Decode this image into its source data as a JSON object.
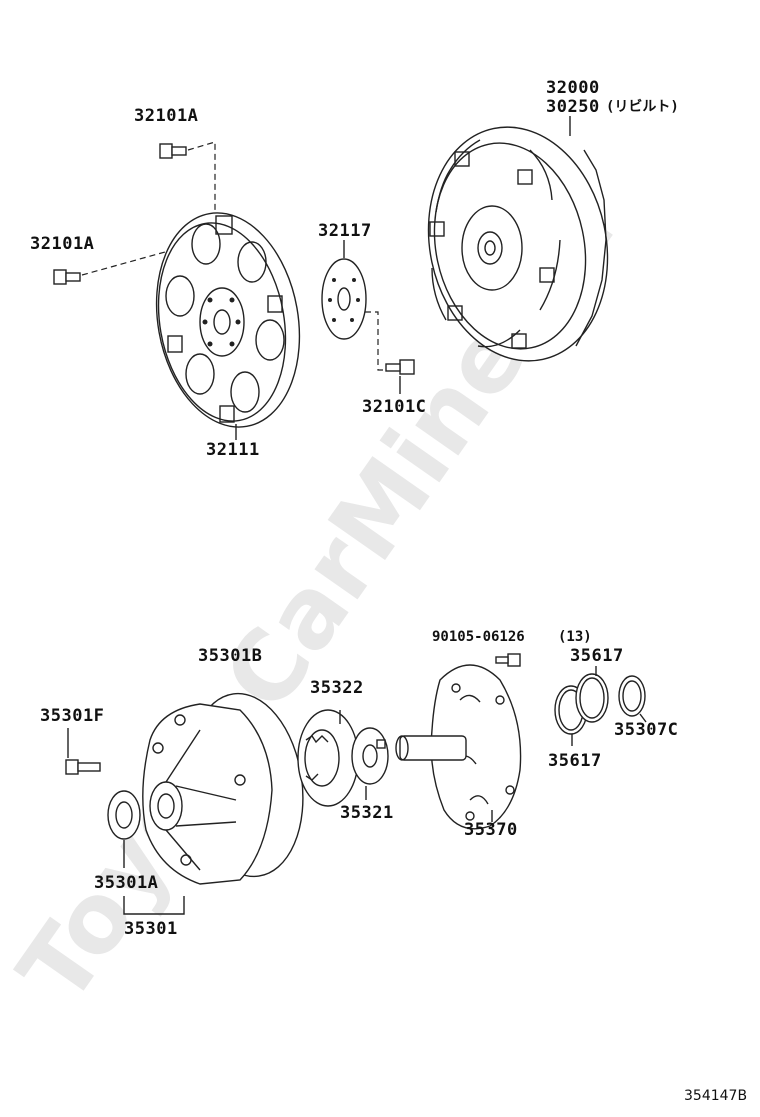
{
  "watermark": "ToyotaCarMine.ru",
  "diagram_code": "354147B",
  "labels": {
    "p32101A_top": "32101A",
    "p32101A_left": "32101A",
    "p32111": "32111",
    "p32117": "32117",
    "p32101C": "32101C",
    "p32000": "32000",
    "p30250": "30250",
    "p30250_note": "(リビルト)",
    "p35301F": "35301F",
    "p35301B": "35301B",
    "p35301A": "35301A",
    "p35301": "35301",
    "p35322": "35322",
    "p35321": "35321",
    "p90105": "90105-06126",
    "p90105_qty": "(13)",
    "p35370": "35370",
    "p35617_top": "35617",
    "p35617_bottom": "35617",
    "p35307C": "35307C"
  }
}
